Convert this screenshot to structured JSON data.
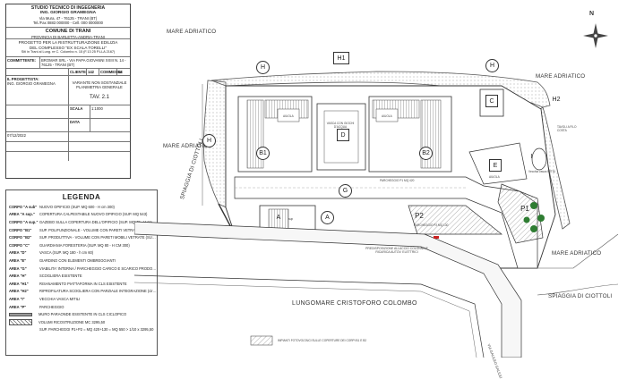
{
  "title_block": {
    "studio": "STUDIO TECNICO DI INGEGNERIA",
    "engineer": "ING. GIORGIO GRAMEGNA",
    "studio_contacts": "Via Mura, 47 - 76125 - TRANI (BT)",
    "studio_phone": "Tel./Fax 0883 000000 - Cell. 000 0000000",
    "comune": "COMUNE DI TRANI",
    "provincia": "PROVINCIA DI BARLETTA-ANDRIA-TRANI",
    "project_lines": [
      "PROGETTO PER LA RISTRUTTURAZIONE EDILIZIA",
      "DEL COMPLESSO \"EX SCALA TORELLI\"",
      "Siti in Trani al Lung. re C. Colombo n. 15   (F.13 25 P.LLA 2167)"
    ],
    "committente_label": "COMMITTENTE:",
    "committente": "BROMAR SRL - VIA PAPA GIOVANNI XXIII N. 14 - 76125 - TRANI (BT)",
    "cliente_label": "CLIENTE",
    "cliente_value": "142",
    "commessa_label": "COMMESSA",
    "commessa_value": "02",
    "progettista_label": "IL PROGETTISTA:",
    "progettista": "ING. GIORGIO GRAMEGNA",
    "tavola_desc": "VARIANTE NON SOSTANZIALE PLANIMETRIA GENERALE",
    "tavola": "TAV. 2.1",
    "scala_label": "SCALA",
    "scala": "1:1000",
    "data_label": "DATA",
    "data": "07/12/2022"
  },
  "legend": {
    "title": "LEGENDA",
    "rows": [
      {
        "key": "CORPO \"A sub\"",
        "text": "NUOVO OPIFICIO (SUP. MQ 600 - H cm 300)",
        "symbol": "none"
      },
      {
        "key": "AREA \"A sup.\"",
        "text": "COPERTURA CALPESTABILE NUOVO OPIFICIO (SUP. MQ 543)",
        "symbol": "none"
      },
      {
        "key": "CORPO \"A sup.\"",
        "text": "GAZEBO SULLA COPERTURA DELL'OPIFICIO (SUP. MQ 48 - H cm 300)",
        "symbol": "none"
      },
      {
        "key": "CORPO \"B1\"",
        "text": "SUP. POLIFUNZIONALE - VOLUME CON PARETI VETRATE MOBILI (SUP. MQ 328,50 - H CM 450+150)",
        "symbol": "none"
      },
      {
        "key": "CORPO \"B2\"",
        "text": "SUP. PRODUTTIVA - VOLUME CON PARETI MOBILI VETRATE (SUP. MQ 328,50 - H CM 450+150)",
        "symbol": "none"
      },
      {
        "key": "CORPO \"C\"",
        "text": "GUARDIANIA FORESTERIA (SUP. MQ 80 - H CM 300)",
        "symbol": "none"
      },
      {
        "key": "AREA \"D\"",
        "text": "VASCA (SUP. MQ 180 - h cm 60)",
        "symbol": "none"
      },
      {
        "key": "AREA \"E\"",
        "text": "GIARDINO CON ELEMENTI OMBREGGIANTI",
        "symbol": "none"
      },
      {
        "key": "AREA \"G\"",
        "text": "VIABILITA' INTERNA / PARCHEGGIO CARICO E SCARICO PRODOTTO",
        "symbol": "none"
      },
      {
        "key": "AREA \"H\"",
        "text": "SCOGLIERA ESISTENTE",
        "symbol": "none"
      },
      {
        "key": "AREA \"H1\"",
        "text": "RISANAMENTO PIATTAFORMA IN CLS ESISTENTE",
        "symbol": "none"
      },
      {
        "key": "AREA \"H2\"",
        "text": "RIPROFILATURA SCOGLIERA CON PARZIALE INTEGRAZIONE (circa mq 180)",
        "symbol": "none"
      },
      {
        "key": "AREA \"I\"",
        "text": "VECCHIA VASCA MITILI",
        "symbol": "none"
      },
      {
        "key": "AREA \"P\"",
        "text": "PARCHEGGIO",
        "symbol": "none"
      },
      {
        "key": "",
        "text": "MURO PARAONDE ESISTENTE IN CLS CICLOPICO",
        "symbol": "wall"
      },
      {
        "key": "",
        "text": "VOLUMI RICOSTRUZIONE MC 3295,50",
        "symbol": "hatch"
      },
      {
        "key": "",
        "text": "SUP. PARCHEGGI P1+P2 = MQ 420+130 = MQ 550 > 1/10 x 3295,50",
        "symbol": "none"
      }
    ]
  },
  "map": {
    "sea_labels": [
      "MARE ADRIATICO",
      "MARE ADRIATICO",
      "MARE ADRIATICO",
      "MARE ADRIATICO"
    ],
    "spiaggia": [
      "SPIAGGIA DI CIOTTOLI",
      "SPIAGGIA DI CIOTTOLI"
    ],
    "lungomare": "LUNGOMARE CRISTOFORO COLOMBO",
    "via_vert": "VIA GALILEO GALILEI",
    "parcheggio_p1": "PARCHEGGIO P1 MQ 420",
    "parcheggio_p2": "PARCHEGGIO P2 MQ 130",
    "predisposizione": "PREDISPOSIZIONE ALLACCIO COLONNINE RICARICA AUTOV. ELETTRICI",
    "impianti": "IMPIANTI FOTOVOLTAICI SULLE COPERTURE DEI CORPI B1 E B2",
    "aiuola": "AIUOLA",
    "vasca_label": "VASCA CON GIOCHI D'ACQUA",
    "vecchia_vasca": "Vecchia vasca MITILI",
    "tavoli": "TAVOLI A FILO COSTA",
    "sub_label": "sup",
    "zones": {
      "A": "A",
      "B1": "B1",
      "B2": "B2",
      "C": "C",
      "D": "D",
      "E": "E",
      "G": "G",
      "H": "H",
      "H1": "H1",
      "H2": "H2",
      "I": "I",
      "P1": "P1",
      "P2": "P2"
    },
    "compass": "N"
  },
  "colors": {
    "line": "#333333",
    "hatch": "#555555",
    "tree": "#2e7d32",
    "highlight": "#cc2222"
  }
}
